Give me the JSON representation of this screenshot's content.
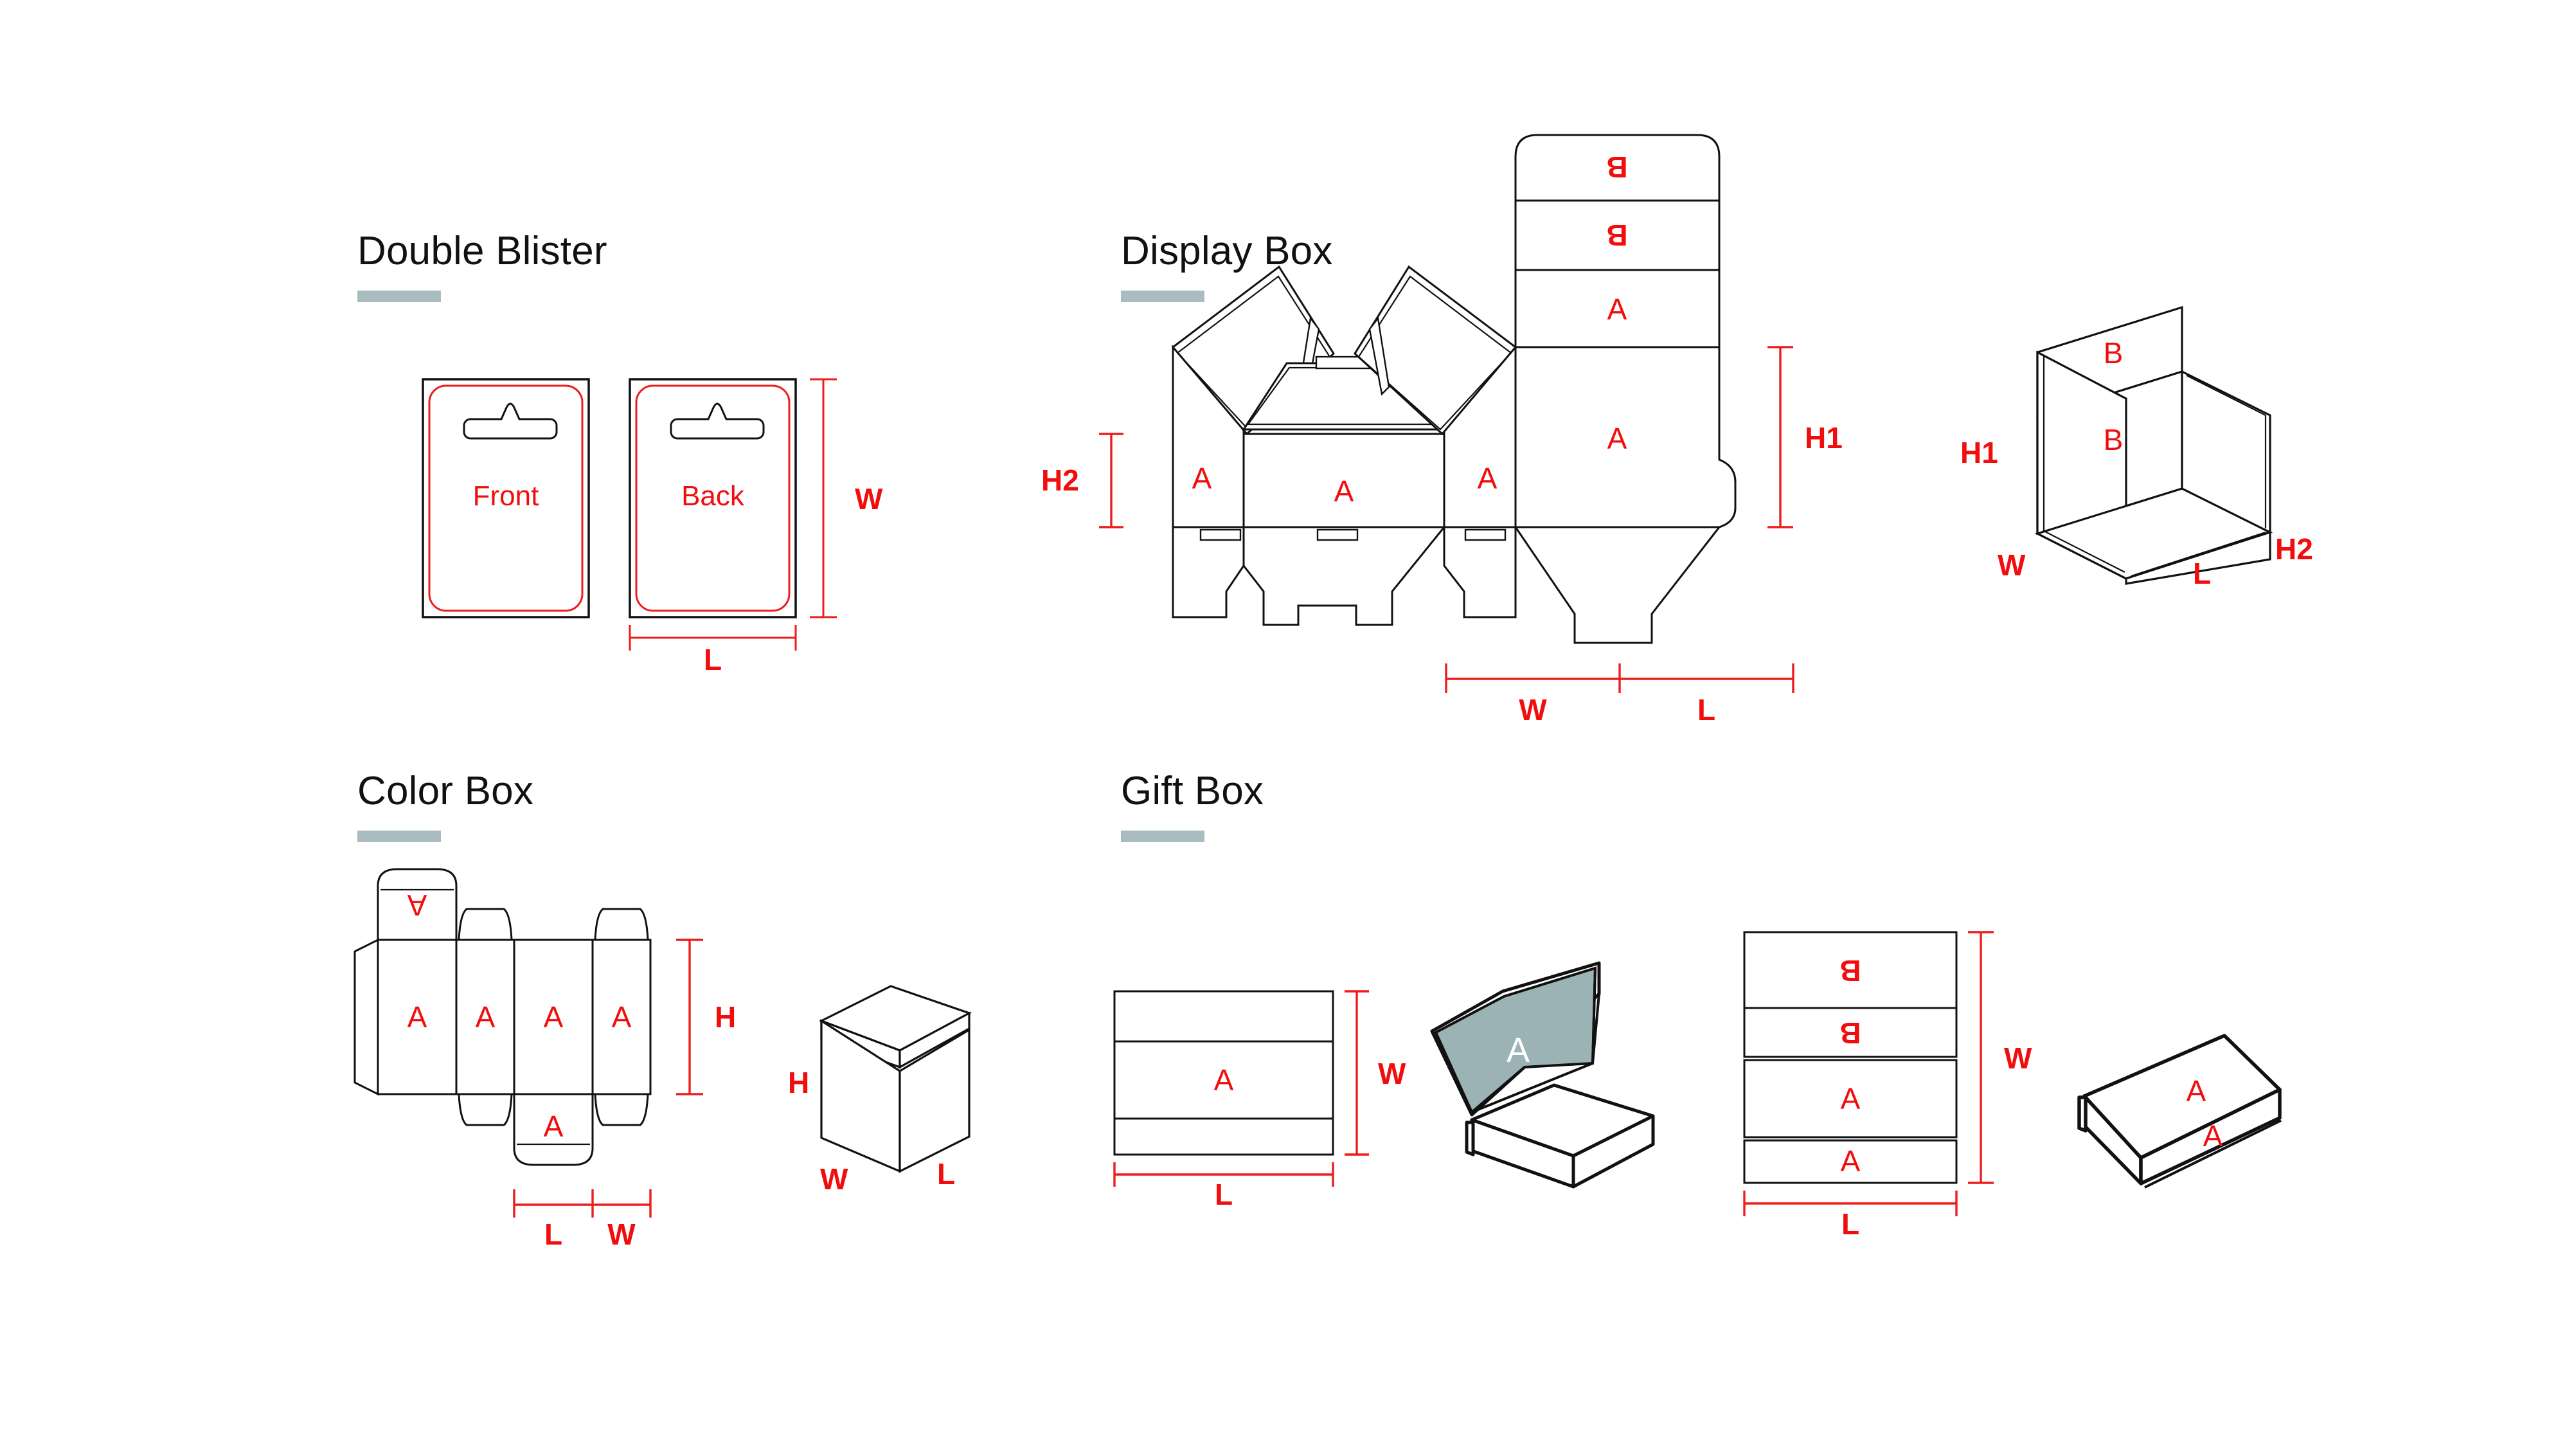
{
  "page": {
    "background": "#ffffff",
    "accent_color": "#a9bdc1",
    "dimension_color": "#f20d0d",
    "line_color": "#000000",
    "panel_fill": "#9bb3b5"
  },
  "sections": {
    "double_blister": {
      "title": "Double Blister",
      "front_label": "Front",
      "back_label": "Back",
      "dim_w": "W",
      "dim_l": "L"
    },
    "display_box": {
      "title": "Display Box",
      "dieline_labels": {
        "left_side": "A",
        "front": "A",
        "right_side": "A",
        "back": "A",
        "upper_a": "A",
        "upper_b": "B",
        "top_b": "B"
      },
      "dim_h1": "H1",
      "dim_h2": "H2",
      "dim_w": "W",
      "dim_l": "L",
      "three_d": {
        "header_b": "B",
        "back_b": "B",
        "dim_h1": "H1",
        "dim_h2": "H2",
        "dim_w": "W",
        "dim_l": "L"
      }
    },
    "color_box": {
      "title": "Color Box",
      "dieline_labels": {
        "tuck_top": "A",
        "panel_1": "A",
        "panel_2": "A",
        "panel_3": "A",
        "panel_4": "A",
        "tuck_bottom": "A"
      },
      "dim_h": "H",
      "dim_l": "L",
      "dim_w": "W",
      "three_d": {
        "dim_h": "H",
        "dim_w": "W",
        "dim_l": "L"
      }
    },
    "gift_box": {
      "title": "Gift Box",
      "flat_left": {
        "panel_a": "A",
        "dim_w": "W",
        "dim_l": "L"
      },
      "open_3d": {
        "lid_label": "A"
      },
      "flat_right": {
        "panels": [
          "B",
          "B",
          "A",
          "A"
        ],
        "dim_w": "W",
        "dim_l": "L"
      },
      "closed_3d": {
        "top_label": "A",
        "side_label": "A"
      }
    }
  }
}
